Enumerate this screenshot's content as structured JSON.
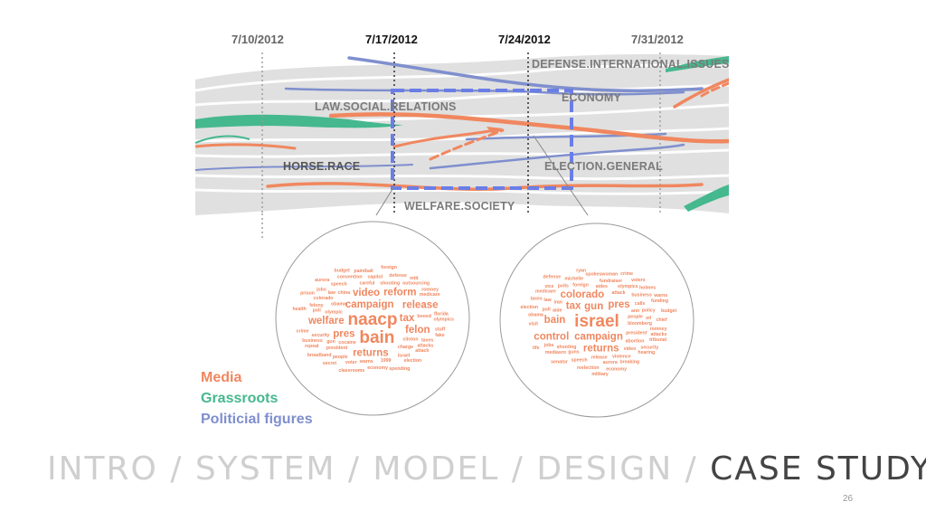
{
  "timeline": {
    "dates": [
      "7/10/2012",
      "7/17/2012",
      "7/24/2012",
      "7/31/2012"
    ]
  },
  "topics": [
    "DEFENSE.INTERNATIONAL.ISSUES",
    "ECONOMY",
    "LAW.SOCIAL.RELATIONS",
    "HORSE.RACE",
    "ELECTION.GENERAL",
    "WELFARE.SOCIETY"
  ],
  "colors": {
    "media": "#f0875f",
    "grassroots": "#45b88e",
    "political": "#7f8fce",
    "stream_bg": "#e0e0e0",
    "highlight_box": "#6a7ee6"
  },
  "legend": {
    "media": "Media",
    "grassroots": "Grassroots",
    "political": "Politicial figures"
  },
  "clouds": {
    "left": {
      "large": [
        "naacp",
        "bain"
      ],
      "medium": [
        "campaign",
        "tax",
        "pres",
        "video",
        "welfare",
        "returns",
        "reform",
        "release",
        "felon"
      ],
      "small": [
        "olympic",
        "obama",
        "cocaine",
        "clinton",
        "china",
        "careful",
        "charge",
        "shooting",
        "president",
        "security",
        "booed",
        "colorado",
        "felony",
        "speech",
        "gun",
        "capitol",
        "israel",
        "poll",
        "law",
        "1999",
        "warns",
        "people",
        "convention",
        "outsourcing",
        "attacks",
        "taxes",
        "defense",
        "medicare",
        "business",
        "paintball",
        "voter",
        "attack",
        "florida",
        "economy",
        "jobs",
        "romney",
        "stuff",
        "olympics",
        "election",
        "classrooms",
        "repeal",
        "broadband",
        "health",
        "foreign",
        "prison",
        "aurora",
        "spending",
        "mitt",
        "fake",
        "budget",
        "crime",
        "secret"
      ]
    },
    "right": {
      "large": [
        "israel"
      ],
      "medium": [
        "gun",
        "campaign",
        "pres",
        "returns",
        "tax",
        "colorado",
        "control",
        "bain"
      ],
      "small": [
        "bloomberg",
        "people",
        "president",
        "aide",
        "attack",
        "ann",
        "abortion",
        "shooting",
        "aides",
        "iran",
        "calls",
        "video",
        "release",
        "foreign",
        "guns",
        "poll",
        "fundraiser",
        "violence",
        "policy",
        "olympics",
        "business",
        "speech",
        "oil",
        "law",
        "polls",
        "aurora",
        "mediasro",
        "michelle",
        "security",
        "jobs",
        "romney",
        "obama",
        "medicare",
        "spokeswoman",
        "tribunal",
        "breaking",
        "reelection",
        "attacks",
        "visit",
        "chief",
        "hearing",
        "funding",
        "senator",
        "election",
        "holmes",
        "voters",
        "taxes",
        "economy",
        "vice",
        "life",
        "ryan",
        "crime",
        "budget",
        "military",
        "warns",
        "defense"
      ]
    }
  },
  "navigation": {
    "items": [
      "INTRO",
      "SYSTEM",
      "MODEL",
      "DESIGN",
      "CASE STUDY"
    ],
    "separator": " / ",
    "current": "CASE STUDY"
  },
  "page_number": "26"
}
